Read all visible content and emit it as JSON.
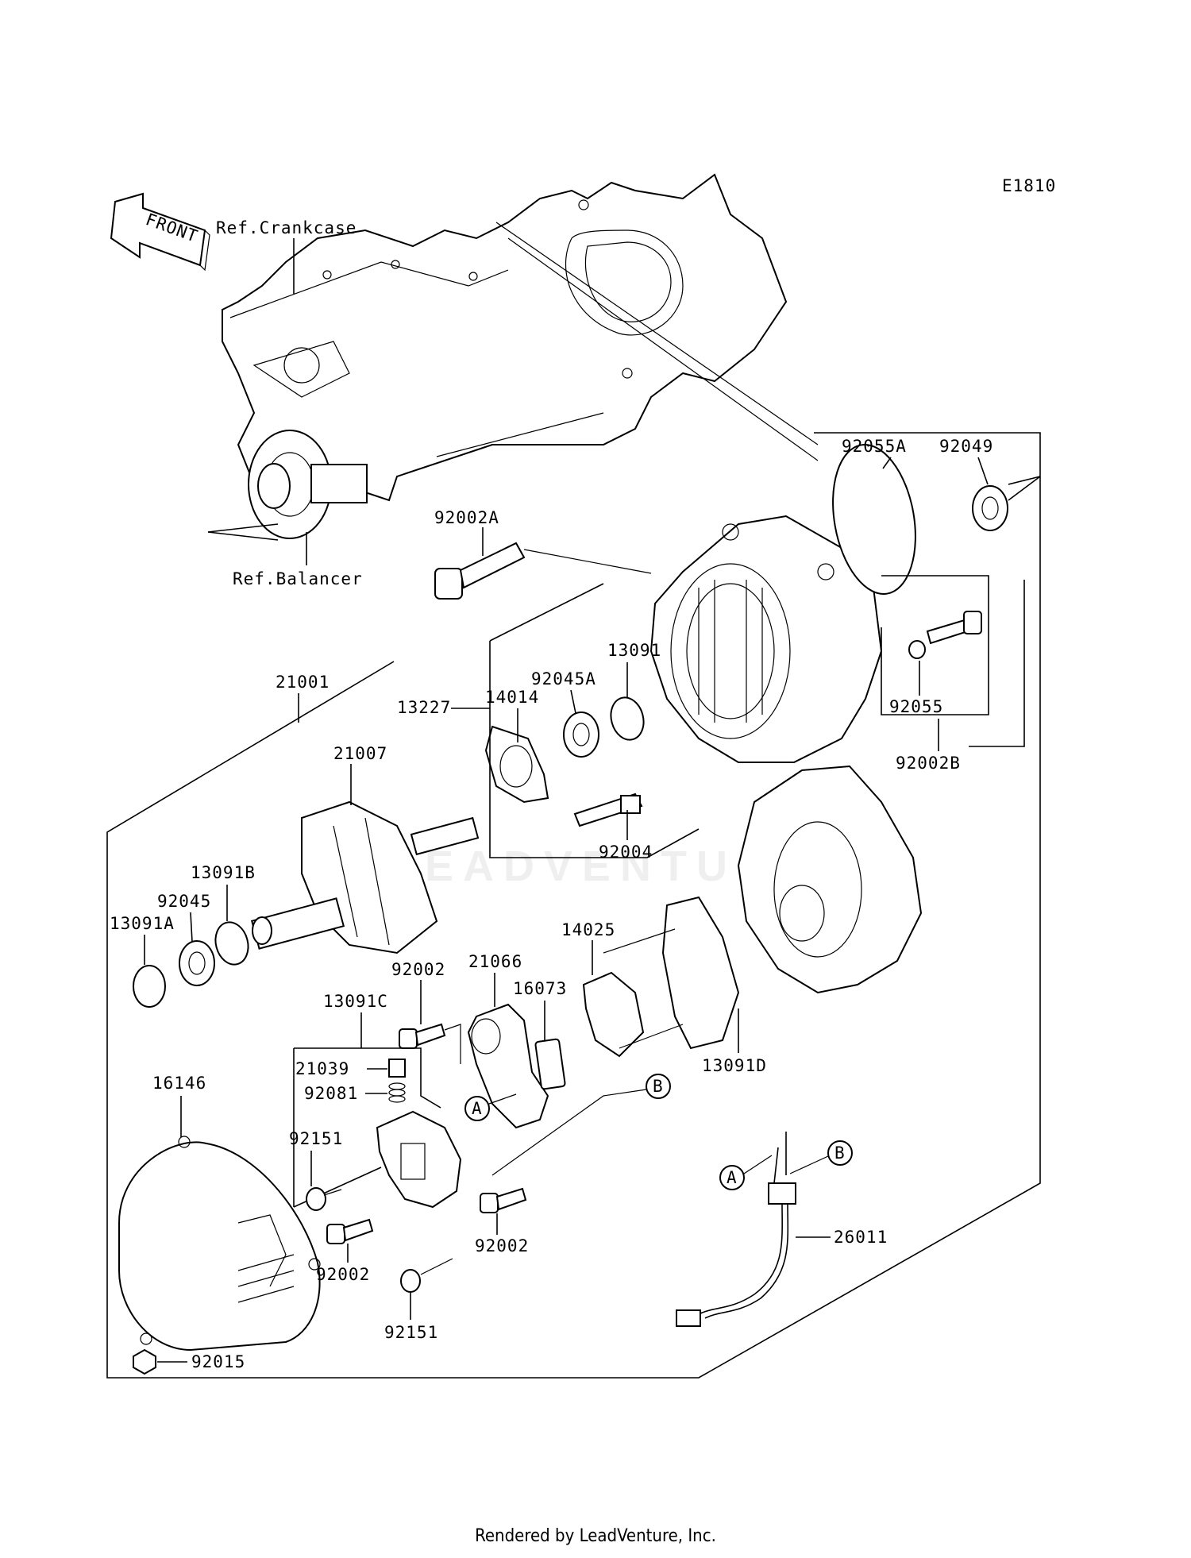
{
  "diagram_code": "E1810",
  "front_label": "FRONT",
  "refs": {
    "crankcase": "Ref.Crankcase",
    "balancer": "Ref.Balancer"
  },
  "watermark": "LEADVENTURE",
  "parts": {
    "p92055A": "92055A",
    "p92049": "92049",
    "p92002A": "92002A",
    "p13091": "13091",
    "p92045A": "92045A",
    "p13227": "13227",
    "p14014": "14014",
    "p21001": "21001",
    "p21007": "21007",
    "p92055": "92055",
    "p92002B": "92002B",
    "p92004": "92004",
    "p13091B": "13091B",
    "p92045": "92045",
    "p13091A": "13091A",
    "p14025": "14025",
    "p92002_top": "92002",
    "p21066": "21066",
    "p16073": "16073",
    "p13091C": "13091C",
    "p21039": "21039",
    "p92081": "92081",
    "p16146": "16146",
    "p92151_top": "92151",
    "p13091D": "13091D",
    "p92002_mid": "92002",
    "p92002_right": "92002",
    "p92151_bottom": "92151",
    "p92015": "92015",
    "p26011": "26011"
  },
  "callouts": {
    "A": "A",
    "B": "B"
  },
  "footer": "Rendered by LeadVenture, Inc."
}
